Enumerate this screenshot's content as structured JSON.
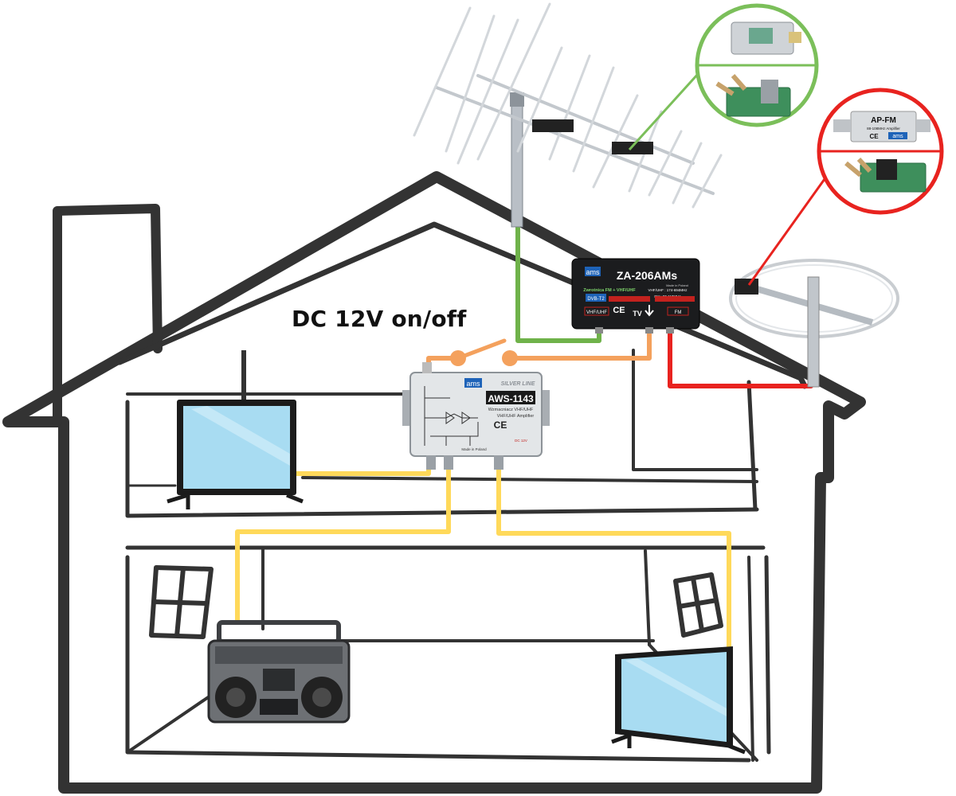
{
  "labels": {
    "dc_switch": "DC 12V on/off"
  },
  "devices": {
    "splitter": {
      "brand": "ams",
      "model": "ZA-206AMs",
      "line1": "Zwrotnica FM + VHF/UHF",
      "line2": "VHF/UHF : 174-694MHz",
      "line3": "FM : 87-110MHz",
      "line4": "Made in Poland",
      "port_vhf_uhf": "VHF/UHF",
      "port_tv": "TV",
      "port_fm": "FM",
      "dvb_badge": "DVB-T2",
      "ce": "CE"
    },
    "amplifier": {
      "brand": "ams",
      "series": "SILVER LINE",
      "model": "AWS-1143",
      "desc1": "Wzmacniacz VHF/UHF",
      "desc2": "VHF/UHF Amplifier",
      "made": "Made in Poland",
      "power": "DC 12V",
      "ce": "CE"
    },
    "fm_amp": {
      "model": "AP-FM",
      "sub": "88-108MHz Amplifier",
      "brand": "ams",
      "ce": "CE"
    }
  },
  "colors": {
    "house_outline": "#333333",
    "cable_green": "#6fb24a",
    "cable_orange": "#f4a15d",
    "cable_red": "#e8231f",
    "cable_yellow": "#ffd95a",
    "callout_green": "#7bbf5a",
    "callout_red": "#e8231f",
    "screen_blue": "#a8dcf2"
  },
  "icons": [
    "yagi-antenna-icon",
    "fm-ring-antenna-icon",
    "tv-icon",
    "boombox-icon",
    "window-icon"
  ]
}
